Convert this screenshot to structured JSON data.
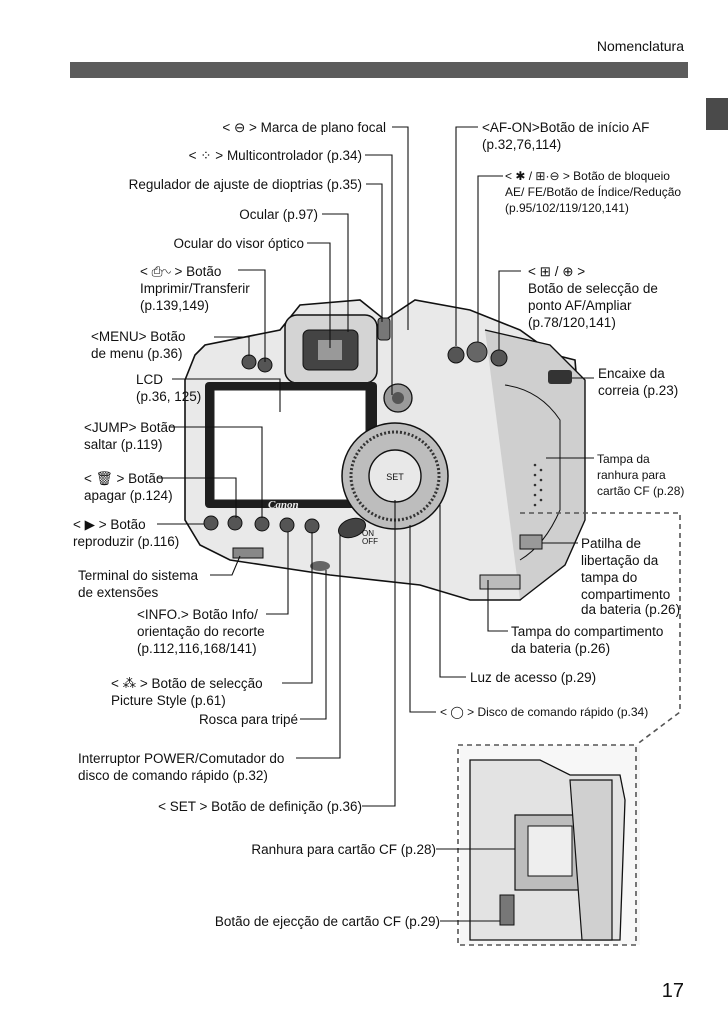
{
  "header": {
    "title": "Nomenclatura"
  },
  "page_number": "17",
  "labels": {
    "focal_plane": "< ⊖ > Marca de plano focal",
    "multicontroller": "< ⁘ > Multicontrolador (p.34)",
    "dioptric": "Regulador de ajuste de dioptrias (p.35)",
    "eyepiece": "Ocular (p.97)",
    "viewfinder_eyepiece": "Ocular do visor óptico",
    "print_l1": "< ⎙∿ > Botão",
    "print_l2": "Imprimir/Transferir",
    "print_l3": "(p.139,149)",
    "menu_l1": "<MENU> Botão",
    "menu_l2": "de menu (p.36)",
    "lcd_l1": "LCD",
    "lcd_l2": "(p.36, 125)",
    "jump_l1": "<JUMP> Botão",
    "jump_l2": "saltar (p.119)",
    "erase_l1": "< 🗑 > Botão",
    "erase_l2": "apagar (p.124)",
    "play_l1": "< ▶ > Botão",
    "play_l2": "reproduzir (p.116)",
    "ext_l1": "Terminal do sistema",
    "ext_l2": "de extensões",
    "info_l1": "<INFO.> Botão Info/",
    "info_l2": "orientação do recorte",
    "info_l3": "(p.112,116,168/141)",
    "picture_l1": "< ⁂ > Botão de selecção",
    "picture_l2": "Picture Style (p.61)",
    "tripod": "Rosca para tripé",
    "power_l1": "Interruptor POWER/Comutador do",
    "power_l2": "disco de comando rápido (p.32)",
    "set": "< SET > Botão de definição (p.36)",
    "cf_slot": "Ranhura para cartão CF (p.28)",
    "cf_eject": "Botão de ejecção de cartão CF (p.29)",
    "afon_l1": "<AF-ON>Botão de início AF",
    "afon_l2": "(p.32,76,114)",
    "ae_l1": "< ✱ / ⊞·⊖ > Botão de bloqueio",
    "ae_l2": "AE/ FE/Botão de Índice/Redução",
    "ae_l3": "(p.95/102/119/120,141)",
    "afpoint_l1": "< ⊞ / ⊕ >",
    "afpoint_l2": "Botão de selecção de",
    "afpoint_l3": "ponto AF/Ampliar",
    "afpoint_l4": "(p.78/120,141)",
    "strap_l1": "Encaixe da",
    "strap_l2": "correia (p.23)",
    "cfcover_l1": "Tampa da",
    "cfcover_l2": "ranhura para",
    "cfcover_l3": "cartão CF (p.28)",
    "battlatch_l1": "Patilha de",
    "battlatch_l2": "libertação da",
    "battlatch_l3": "tampa do",
    "battlatch_l4": "compartimento",
    "battlatch_l5": "da bateria (p.26)",
    "battcover_l1": "Tampa do compartimento",
    "battcover_l2": "da bateria (p.26)",
    "access": "Luz de acesso (p.29)",
    "quickdial": "< ◯ > Disco de comando rápido (p.34)"
  },
  "camera": {
    "brand": "Canon",
    "set_label": "SET",
    "on_label": "ON",
    "off_label": "OFF"
  }
}
